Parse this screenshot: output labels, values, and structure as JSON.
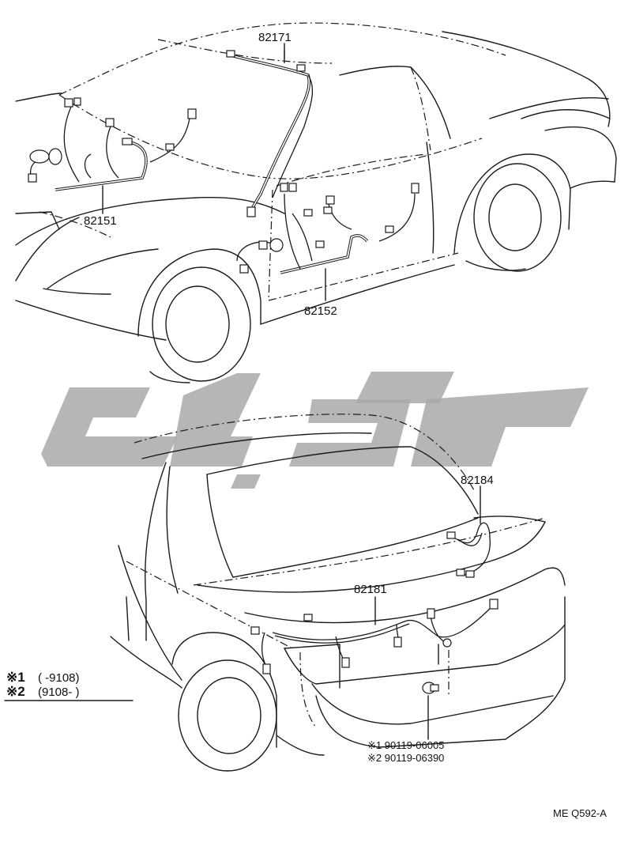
{
  "parts": {
    "p82171": "82171",
    "p82151": "82151",
    "p82152": "82152",
    "p82184": "82184",
    "p82181": "82181"
  },
  "bolts": {
    "b1": "※1 90119-06005",
    "b2": "※2 90119-06390"
  },
  "legend": {
    "l1_mark": "※1",
    "l1_range": "(      -9108)",
    "l2_mark": "※2",
    "l2_range": "(9108-         )"
  },
  "footer": {
    "code": "ME Q592-A"
  }
}
